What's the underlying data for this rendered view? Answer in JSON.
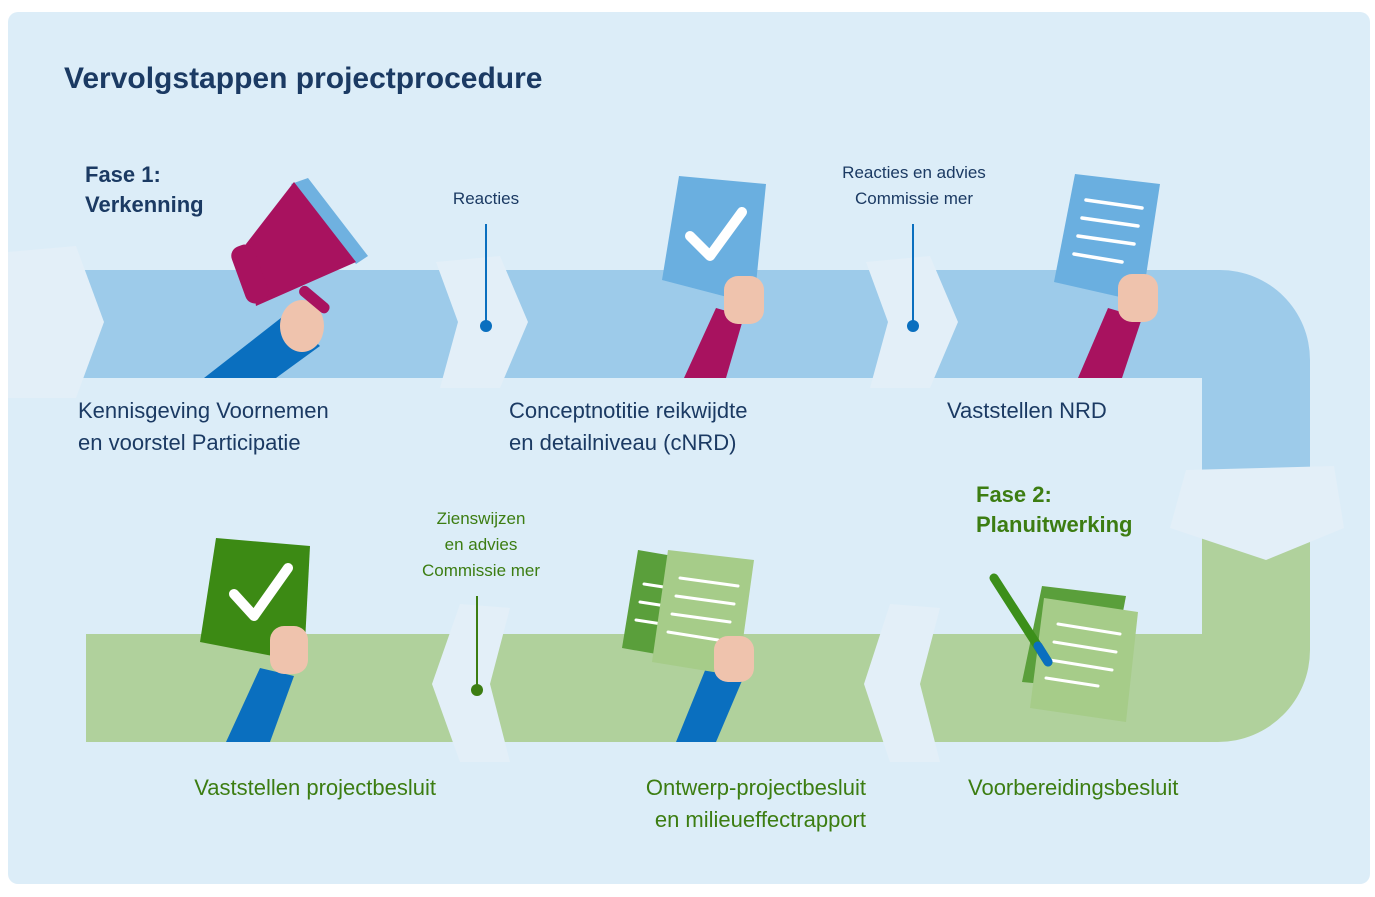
{
  "title": "Vervolgstappen projectprocedure",
  "phases": [
    {
      "label_lines": [
        "Fase 1:",
        "Verkenning"
      ],
      "color": "#1b3a63"
    },
    {
      "label_lines": [
        "Fase 2:",
        "Planuitwerking"
      ],
      "color": "#3c7d12"
    }
  ],
  "steps": [
    {
      "lines": [
        "Kennisgeving Voornemen",
        "en voorstel Participatie"
      ],
      "icon": "megaphone-icon"
    },
    {
      "lines": [
        "Conceptnotitie reikwijdte",
        "en detailniveau (cNRD)"
      ],
      "icon": "checked-document-icon"
    },
    {
      "lines": [
        "Vaststellen NRD"
      ],
      "icon": "document-icon"
    },
    {
      "lines": [
        "Voorbereidingsbesluit"
      ],
      "icon": "document-with-pen-icon"
    },
    {
      "lines": [
        "Ontwerp-projectbesluit",
        "en milieueffectrapport"
      ],
      "icon": "documents-icon"
    },
    {
      "lines": [
        "Vaststellen projectbesluit"
      ],
      "icon": "checked-document-icon"
    }
  ],
  "feedback_notes": [
    {
      "lines": [
        "Reacties"
      ]
    },
    {
      "lines": [
        "Reacties en advies",
        "Commissie mer"
      ]
    },
    {
      "lines": [
        "Zienswijzen",
        "en advies",
        "Commissie mer"
      ]
    }
  ],
  "colors": {
    "panel_background": "#dcedf8",
    "track_blue": "#9dcbea",
    "track_green": "#b0d19c",
    "divider": "#e3eff8",
    "dark_blue": "#1b3a63",
    "dark_green": "#3c7d12",
    "marker_blue": "#0a6fbf",
    "marker_green": "#3c7d12",
    "magenta": "#a8125f",
    "sleeve_blue": "#0a6fbf",
    "skin": "#efc3ad"
  }
}
